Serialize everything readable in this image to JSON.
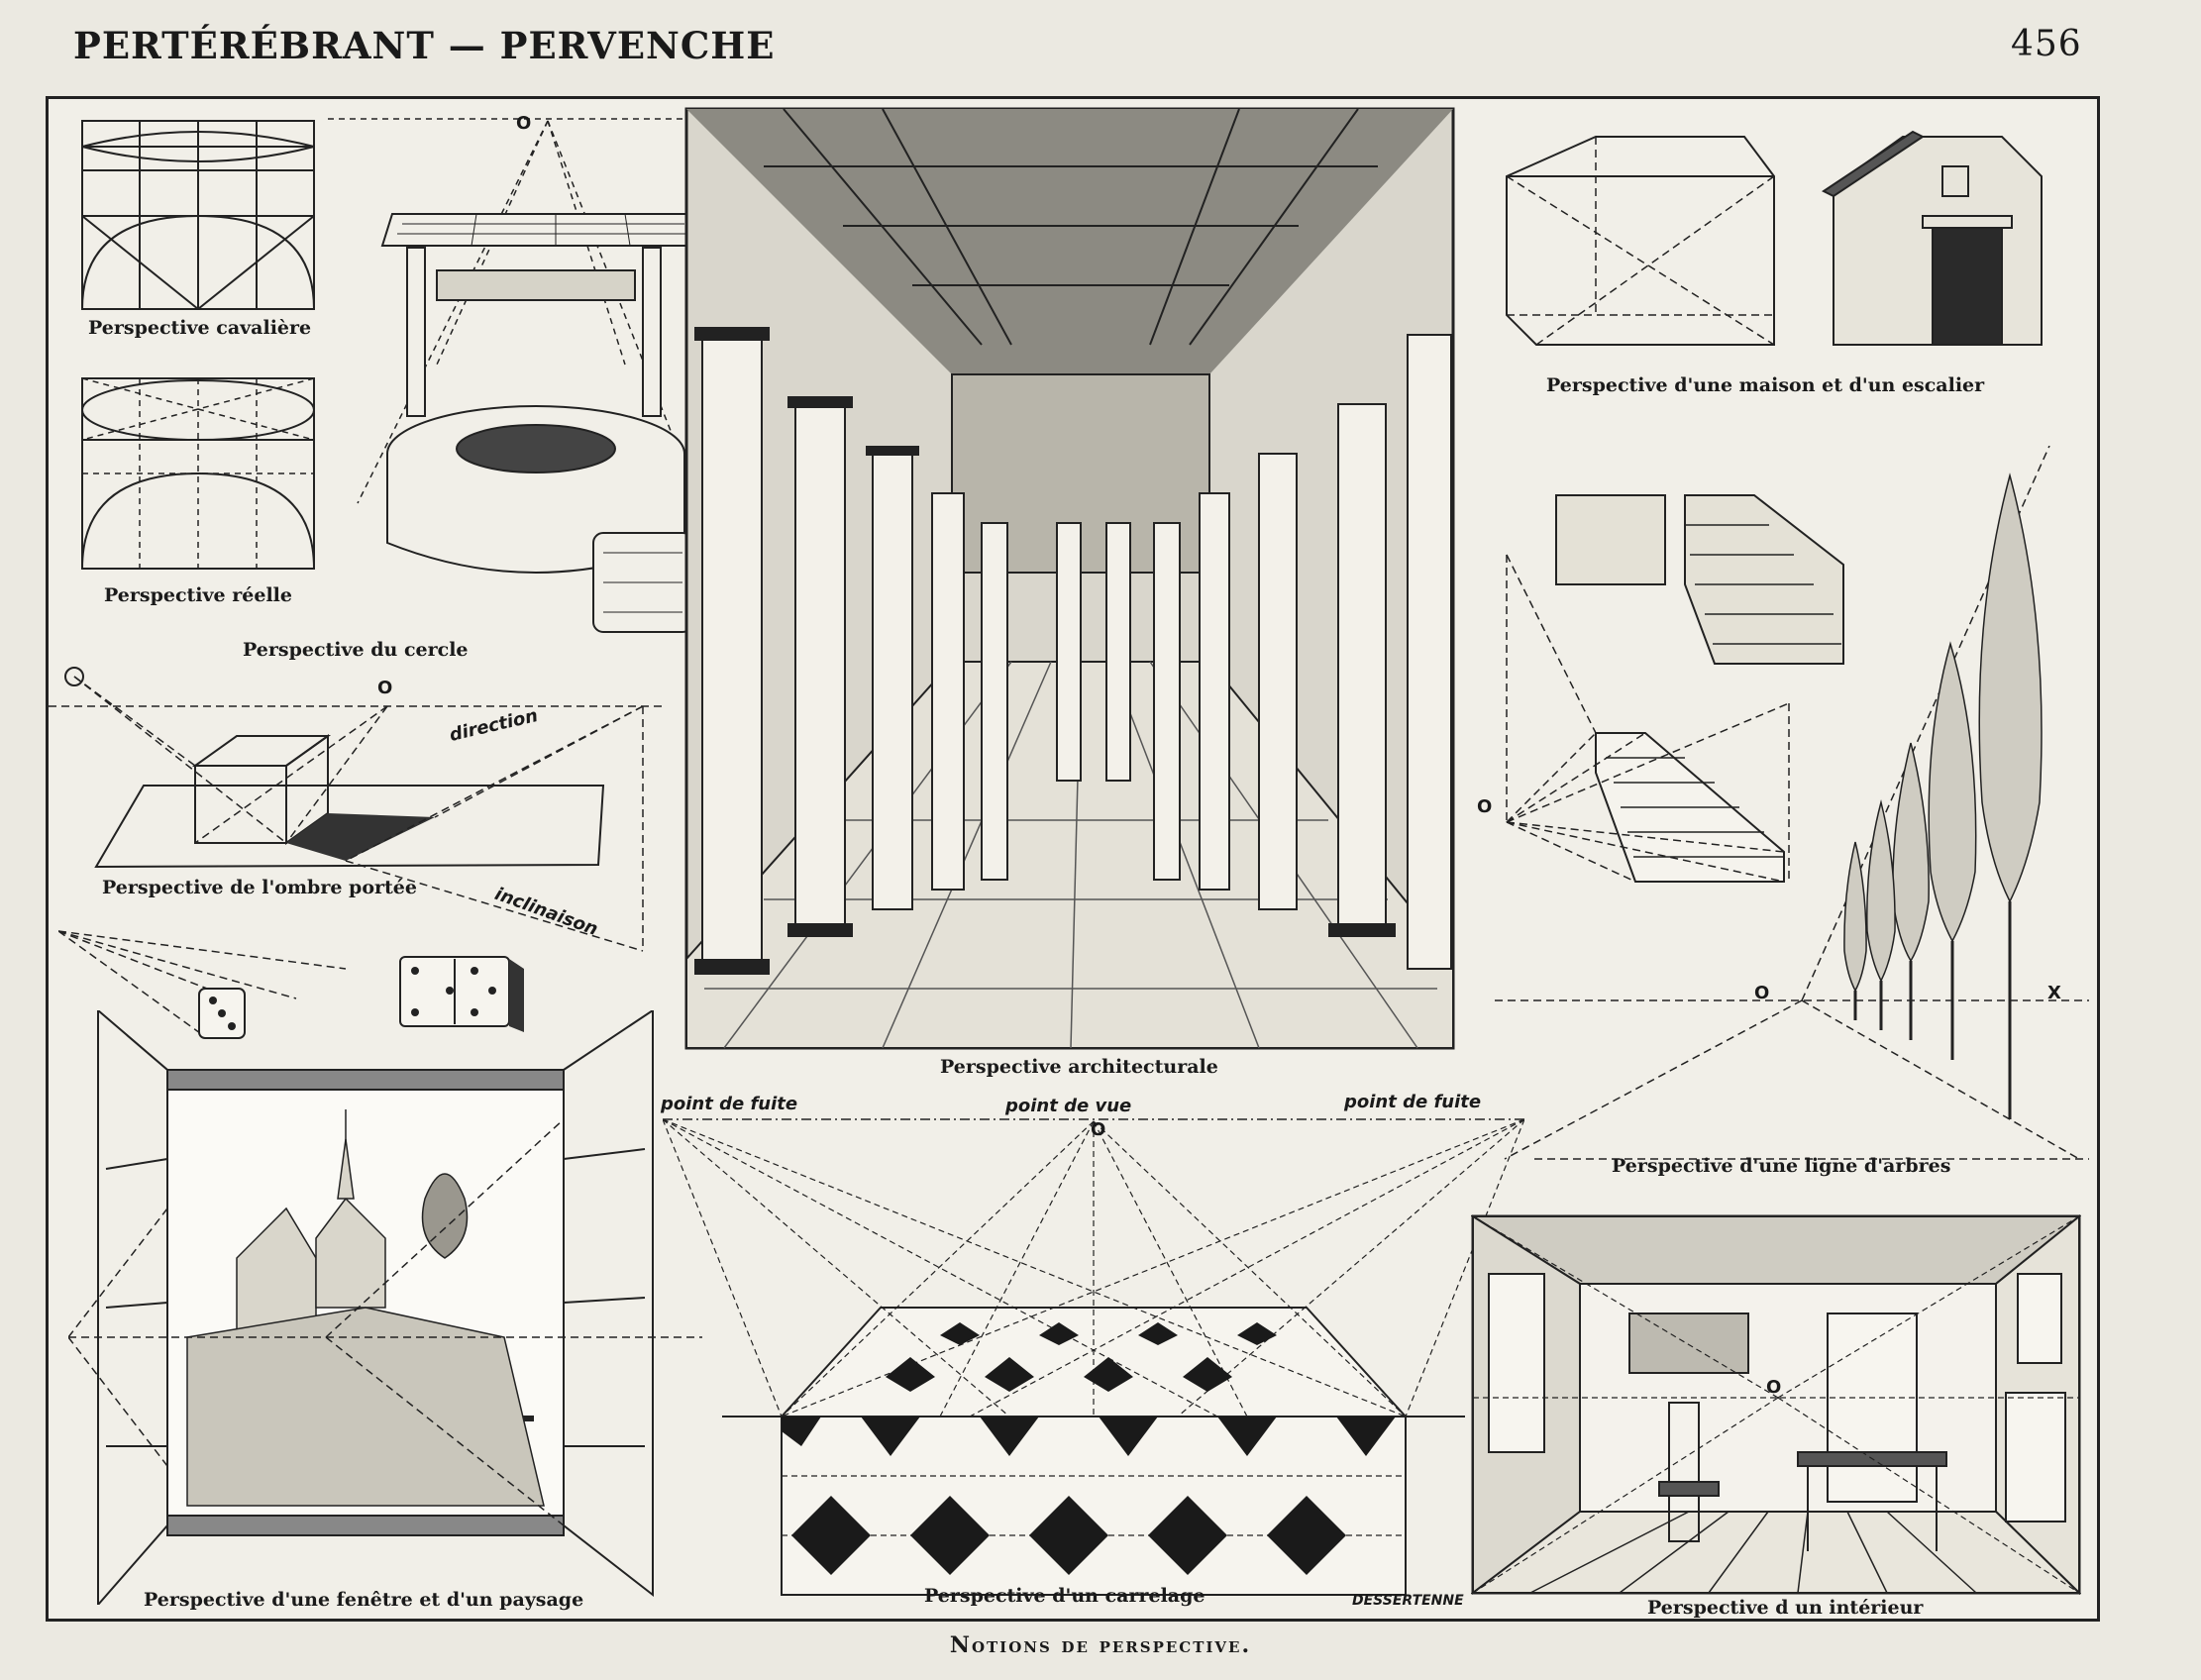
{
  "header": {
    "left": "PERTÉRÉBRANT — PERVENCHE",
    "page_number": "456"
  },
  "captions": {
    "cavaliere": "Perspective cavalière",
    "reelle": "Perspective réelle",
    "cercle": "Perspective du cercle",
    "ombre": "Perspective de l'ombre portée",
    "architecturale": "Perspective architecturale",
    "maison": "Perspective d'une maison et d'un escalier",
    "arbres": "Perspective d'une ligne d'arbres",
    "fenetre": "Perspective d'une fenêtre et d'un paysage",
    "carrelage": "Perspective d'un carrelage",
    "interieur": "Perspective d un intérieur"
  },
  "labels": {
    "o": "O",
    "x": "X",
    "direction": "direction",
    "inclinaison": "inclinaison",
    "point_de_fuite_left": "point de fuite",
    "point_de_vue": "point de vue",
    "point_de_fuite_right": "point de fuite"
  },
  "signature": "DESSERTENNE",
  "plate_title": "Notions de perspective."
}
